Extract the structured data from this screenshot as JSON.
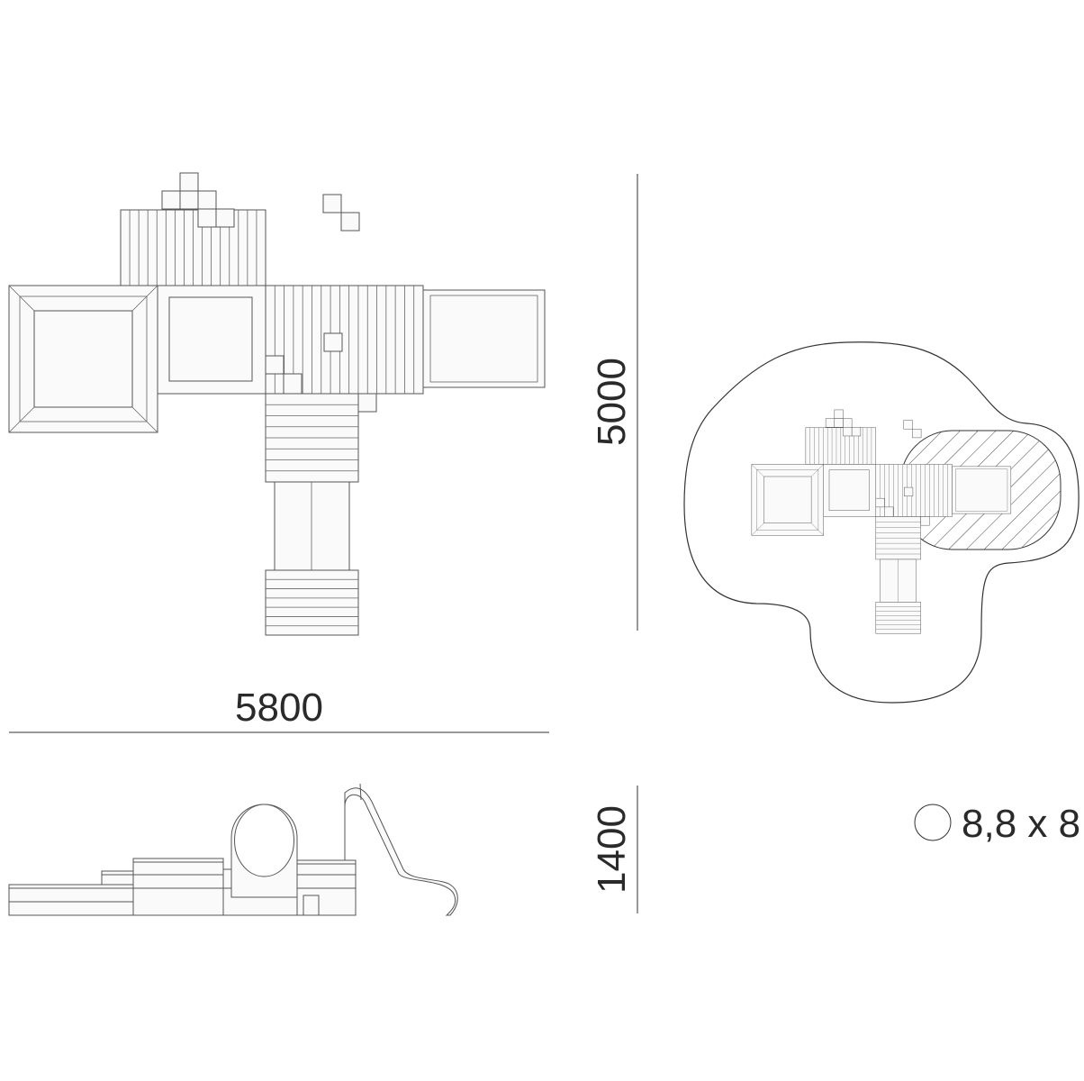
{
  "drawing": {
    "plan_view": {
      "width_label": "5800",
      "depth_label": "5000"
    },
    "elevation_view": {
      "height_label": "1400"
    },
    "safety_zone": {
      "area_label": "8,8 x 8",
      "marker_icon": "circle-icon"
    }
  },
  "colors": {
    "line": "#555555",
    "text": "#2a2a2a",
    "fill": "#fafafa"
  }
}
